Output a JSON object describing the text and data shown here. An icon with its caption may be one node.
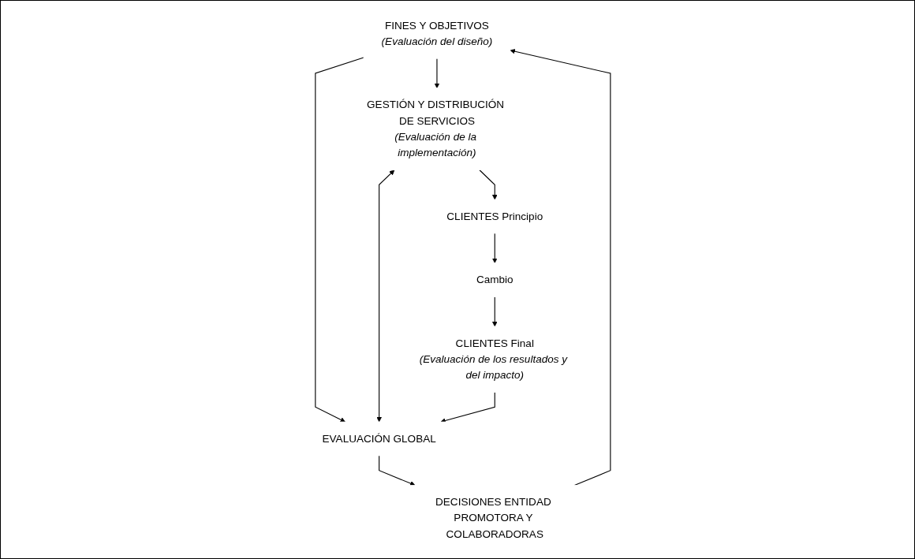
{
  "diagram": {
    "nodes": [
      {
        "text": [
          "FINES Y OBJETIVOS",
          "(Evaluación del diseño)"
        ]
      },
      {
        "text": [
          "GESTIÓN Y DISTRIBUCIÓN DE SERVICIOS",
          "(Evaluación de la implementación)"
        ]
      },
      {
        "text": [
          "CLIENTES Principio"
        ]
      },
      {
        "text": [
          "Cambio"
        ]
      },
      {
        "text": [
          "CLIENTES Final",
          "(Evaluación de los resultados y del impacto)"
        ]
      },
      {
        "text": [
          "DECISIONES ENTIDAD PROMOTORA Y COLABORADORAS"
        ]
      },
      {
        "text": [
          "EVALUACIÓN GLOBAL"
        ]
      }
    ],
    "edges": [
      {
        "from": 0,
        "to": 1,
        "arrow": "to"
      },
      {
        "from": 1,
        "to": 2,
        "arrow": "to"
      },
      {
        "from": 2,
        "to": 3,
        "arrow": "to"
      },
      {
        "from": 3,
        "to": 4,
        "arrow": "to"
      },
      {
        "from": 0,
        "to": 6,
        "arrow": "to"
      },
      {
        "from": 1,
        "to": 6,
        "arrow": "both"
      },
      {
        "from": 4,
        "to": 6,
        "arrow": "to"
      },
      {
        "from": 6,
        "to": 5,
        "arrow": "to"
      },
      {
        "from": 5,
        "to": 0,
        "arrow": "to"
      }
    ]
  }
}
